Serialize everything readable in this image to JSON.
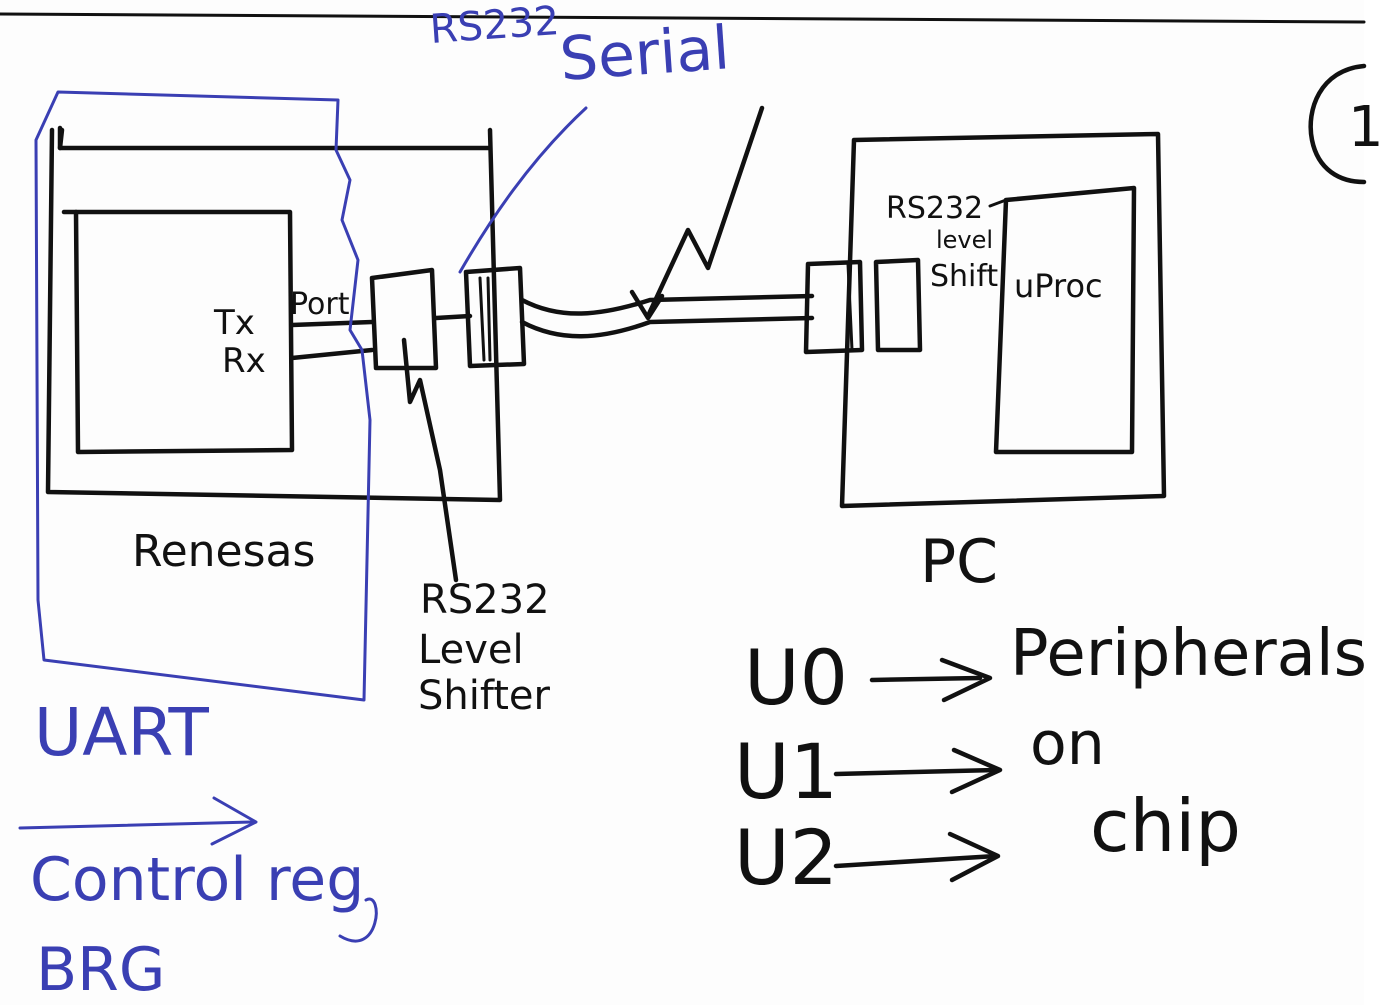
{
  "colors": {
    "ink": "#111111",
    "blue_ink": "#3a3fb3",
    "paper": "#fdfdfd"
  },
  "labels": {
    "rs232_top": "RS232",
    "serial": "Serial",
    "tx": "Tx",
    "rx": "Rx",
    "port": "Port",
    "renesas": "Renesas",
    "shifter_rs232": "RS232",
    "shifter_level": "Level",
    "shifter_shifter": "Shifter",
    "pc": "PC",
    "pc_rs232": "RS232",
    "pc_level": "level",
    "pc_shift": "Shift",
    "uproc": "uProc",
    "page_number": "1"
  },
  "notes": {
    "uart": "UART",
    "control_reg": "Control reg",
    "brg": "BRG",
    "u0": "U0",
    "u1": "U1",
    "u2": "U2",
    "peripherals": "Peripherals",
    "on": "on",
    "chip": "chip"
  }
}
